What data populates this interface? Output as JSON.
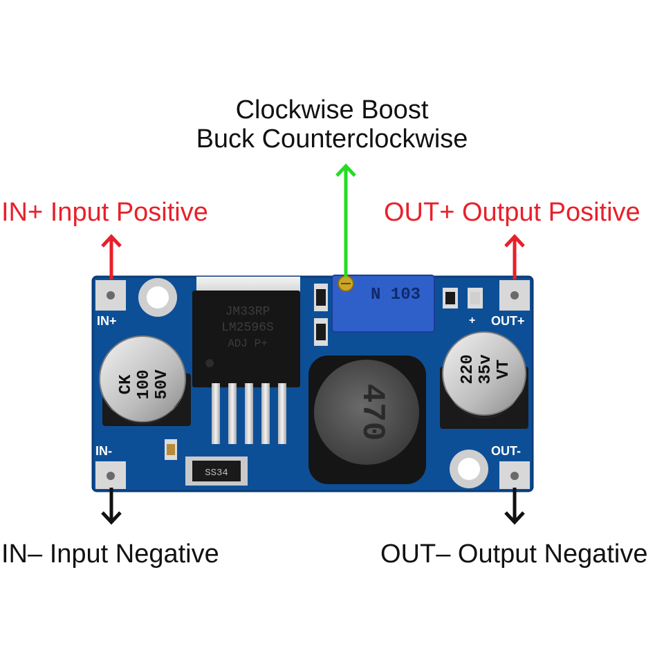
{
  "annotations": {
    "pot_line1": "Clockwise Boost",
    "pot_line2": "Buck Counterclockwise",
    "in_pos": "IN+  Input Positive",
    "out_pos": "OUT+ Output Positive",
    "in_neg": "IN–  Input Negative",
    "out_neg": "OUT– Output Negative"
  },
  "board": {
    "silk_in_pos": "IN+",
    "silk_in_neg": "IN-",
    "silk_out_pos": "OUT+",
    "silk_out_neg": "OUT-",
    "silk_plus": "+",
    "cap_in_l1": "CK",
    "cap_in_l2": "100",
    "cap_in_l3": "50V",
    "cap_out_l1": "220",
    "cap_out_l2": "35v",
    "cap_out_l3": "VT",
    "pot_code": "N 103",
    "inductor_code": "470",
    "ic_line1": "JM33RP",
    "ic_line2": "LM2596S",
    "ic_line3": "ADJ  P+",
    "diode_code": "SS34"
  },
  "colors": {
    "pcb": "#0d4f97",
    "positive_arrow": "#e8202a",
    "adjust_arrow": "#22dd22",
    "negative_arrow": "#111111"
  }
}
